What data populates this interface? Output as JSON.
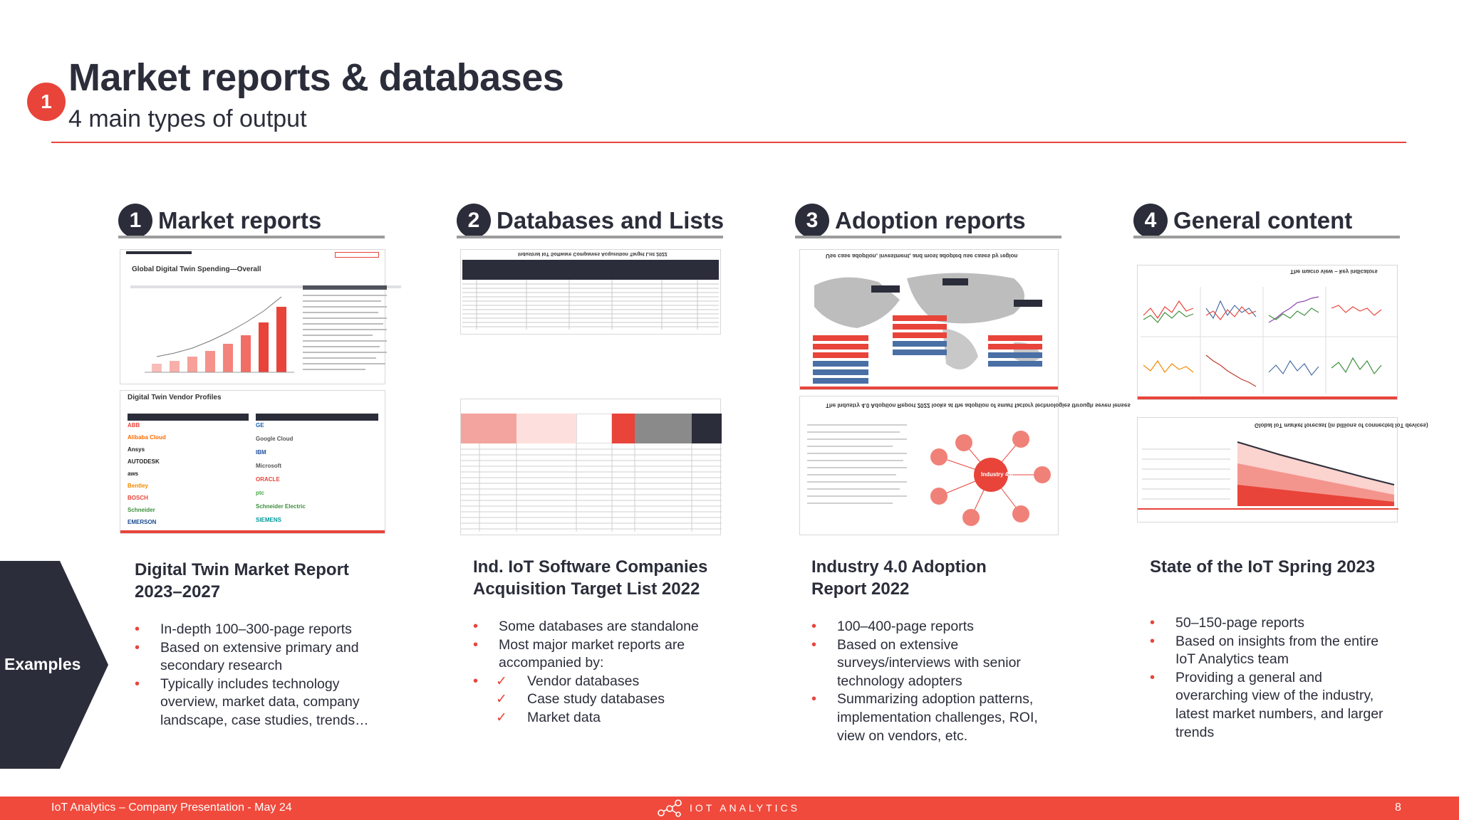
{
  "header": {
    "section_number": "1",
    "title": "Market reports & databases",
    "subtitle": "4 main types of output"
  },
  "columns": [
    {
      "number": "1",
      "label": "Market reports",
      "example_title": "Digital Twin Market Report 2023–2027",
      "bullets": [
        "In-depth 100–300-page reports",
        "Based on extensive primary and secondary research",
        "Typically includes technology overview, market data, company landscape, case studies, trends…"
      ]
    },
    {
      "number": "2",
      "label": "Databases and Lists",
      "example_title": "Ind. IoT Software Companies Acquisition Target List 2022",
      "bullets": [
        "Some databases are standalone",
        "Most major market reports are accompanied by:"
      ],
      "sub_bullets": [
        "Vendor databases",
        "Case study databases",
        "Market data"
      ]
    },
    {
      "number": "3",
      "label": "Adoption reports",
      "example_title": "Industry 4.0 Adoption Report 2022",
      "bullets": [
        "100–400-page reports",
        "Based on extensive surveys/interviews with senior technology adopters",
        "Summarizing adoption patterns, implementation challenges, ROI, view on vendors, etc."
      ]
    },
    {
      "number": "4",
      "label": "General content",
      "example_title": "State of the IoT Spring 2023",
      "bullets": [
        "50–150-page reports",
        "Based on insights from the entire IoT Analytics team",
        "Providing a general and overarching view of the industry, latest market numbers, and larger trends"
      ]
    }
  ],
  "thumbnails": {
    "market_report_chart_title": "Global Digital Twin Spending—Overall",
    "market_report_profiles_title": "Digital Twin Vendor Profiles",
    "market_report_vendors_left": [
      "ABB",
      "Alibaba Cloud",
      "Ansys",
      "AUTODESK",
      "aws",
      "Bentley",
      "BOSCH",
      "Schneider",
      "EMERSON"
    ],
    "market_report_vendors_right": [
      "GE",
      "Google Cloud",
      "IBM",
      "Microsoft",
      "ORACLE",
      "ptc",
      "Schneider Electric",
      "SIEMENS"
    ],
    "database_list_title": "Industrial IoT Software Companies Acquisition Target List 2022",
    "adoption_map_title": "Use case adoption, investment, and most adopted use cases by region",
    "adoption_lenses_title": "The Industry 4.0 Adoption Report 2022 looks at the adoption of smart factory technologies through seven lenses",
    "adoption_center_label": "Industry 4.0",
    "general_macro_title": "The macro view – key indicators",
    "general_forecast_title": "Global IoT market forecast (in billions of connected IoT devices)"
  },
  "examples_label": "Examples",
  "footer": {
    "left": "IoT Analytics – Company Presentation - May 24",
    "logo_text": "IOT ANALYTICS",
    "page": "8"
  },
  "colors": {
    "accent": "#e8443a",
    "dark": "#2b2d3a",
    "footer": "#f04a3c"
  }
}
